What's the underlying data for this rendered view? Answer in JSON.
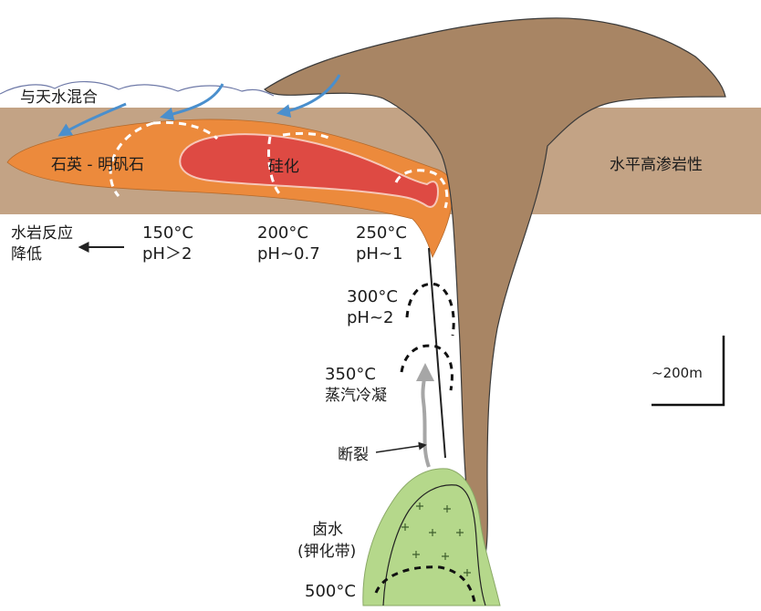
{
  "labels": {
    "mix_meteoric": "与天水混合",
    "quartz_alunite": "石英 - 明矾石",
    "silicification": "硅化",
    "intrusive": "水平高渗岩性",
    "water_rock_line1": "水岩反应",
    "water_rock_line2": "降低",
    "t150": "150°C",
    "ph150": "pH＞2",
    "t200": "200°C",
    "ph200": "pH~0.7",
    "t250": "250°C",
    "ph250": "pH~1",
    "t300": "300°C",
    "ph300": "pH~2",
    "t350": "350°C",
    "steam": "蒸汽冷凝",
    "fracture": "断裂",
    "brine_line1": "卤水",
    "brine_line2": "(钾化带)",
    "t500": "500°C",
    "scale": "~200m"
  },
  "colors": {
    "background": "#ffffff",
    "strata_band": "#c3a385",
    "intrusion": "#a88564",
    "orange_zone": "#ec8a3c",
    "red_core": "#de4a43",
    "brine_zone": "#b5d88b",
    "arrow_blue": "#4a8fcd",
    "arrow_grey": "#a6a6a6",
    "isotherm": "#111111"
  }
}
